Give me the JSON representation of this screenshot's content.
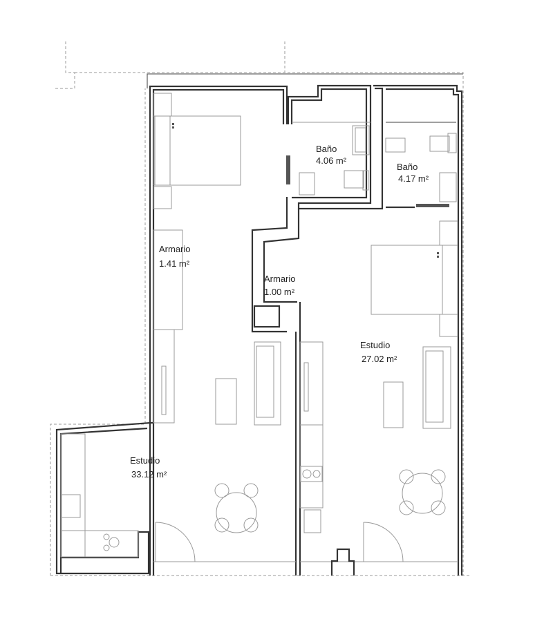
{
  "rooms": [
    {
      "name": "Baño",
      "area": "4.06 m²"
    },
    {
      "name": "Baño",
      "area": "4.17 m²"
    },
    {
      "name": "Armario",
      "area": "1.41 m²"
    },
    {
      "name": "Armario",
      "area": "1.00 m²"
    },
    {
      "name": "Estudio",
      "area": "27.02 m²"
    },
    {
      "name": "Estudio",
      "area": "33.12 m²"
    }
  ]
}
